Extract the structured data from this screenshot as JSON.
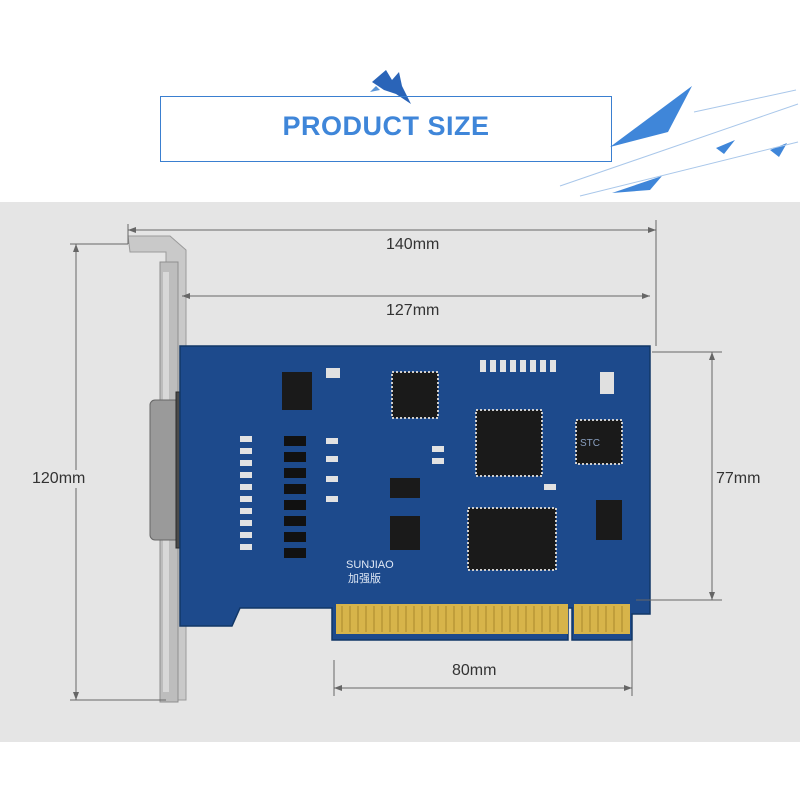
{
  "header": {
    "title": "PRODUCT SIZE",
    "accent_color": "#3f86d9"
  },
  "card": {
    "silkscreen_brand": "SUNJIAO",
    "silkscreen_edition": "加强版",
    "pcb_color": "#1d4a8c"
  },
  "dimensions": {
    "overall_width": "140mm",
    "board_width": "127mm",
    "overall_height": "120mm",
    "board_height": "77mm",
    "connector_width": "80mm"
  }
}
